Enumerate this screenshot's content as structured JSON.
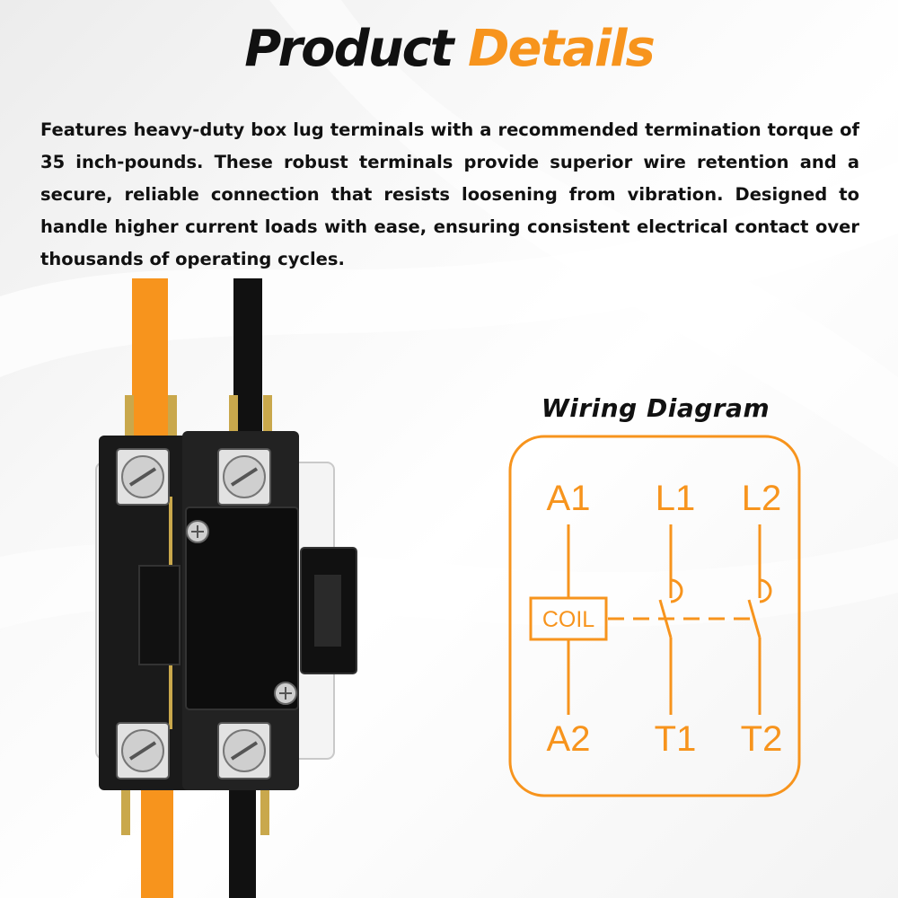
{
  "header": {
    "title_part1": "Product",
    "title_part2": "Details"
  },
  "description": "Features heavy-duty box lug terminals with a recommended termination torque of 35 inch-pounds. These robust terminals provide superior wire retention and a secure, reliable connection that resists loosening from vibration. Designed to handle higher current loads with ease, ensuring consistent electrical contact over thousands of operating cycles.",
  "wiring_diagram": {
    "title": "Wiring Diagram",
    "top_labels": [
      "A1",
      "L1",
      "L2"
    ],
    "bottom_labels": [
      "A2",
      "T1",
      "T2"
    ],
    "coil_label": "COIL"
  },
  "colors": {
    "accent": "#f7941d",
    "text": "#111111",
    "wire_orange": "#f7941d",
    "wire_black": "#111111"
  }
}
